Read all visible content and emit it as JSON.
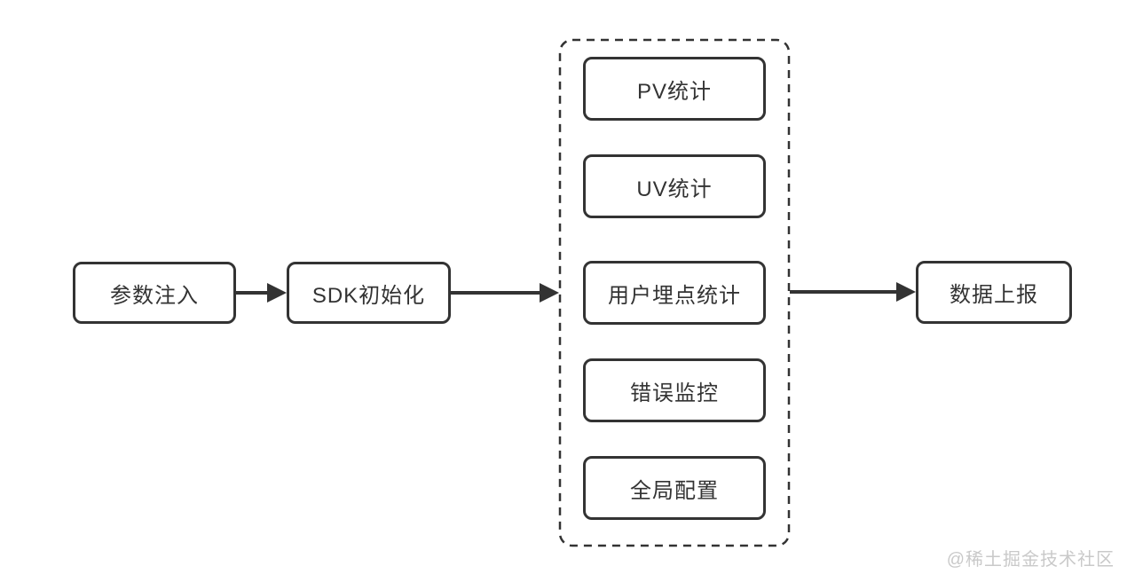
{
  "diagram": {
    "nodes": {
      "param_injection": {
        "label": "参数注入"
      },
      "sdk_init": {
        "label": "SDK初始化"
      },
      "data_report": {
        "label": "数据上报"
      }
    },
    "module_group": {
      "items": [
        {
          "label": "PV统计"
        },
        {
          "label": "UV统计"
        },
        {
          "label": "用户埋点统计"
        },
        {
          "label": "错误监控"
        },
        {
          "label": "全局配置"
        }
      ]
    },
    "edges": [
      {
        "from": "param_injection",
        "to": "sdk_init"
      },
      {
        "from": "sdk_init",
        "to": "module_group"
      },
      {
        "from": "module_group",
        "to": "data_report"
      }
    ],
    "colors": {
      "line": "#333333",
      "text": "#333333",
      "background": "#ffffff",
      "watermark": "#c9c9c9"
    }
  },
  "watermark": {
    "text": "@稀土掘金技术社区"
  }
}
